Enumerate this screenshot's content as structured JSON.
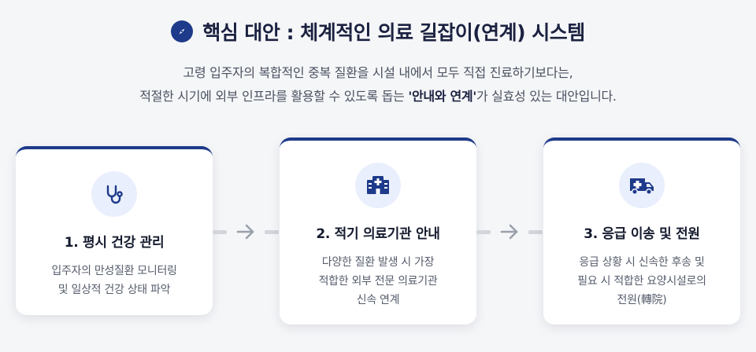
{
  "header": {
    "title": "핵심 대안 : 체계적인 의료 길잡이(연계) 시스템",
    "icon": "compass-icon"
  },
  "intro": {
    "line1": "고령 입주자의 복합적인 중복 질환을 시설 내에서 모두 직접 진료하기보다는,",
    "line2_pre": "적절한 시기에 외부 인프라를 활용할 수 있도록 돕는 ",
    "line2_bold": "'안내와 연계'",
    "line2_post": "가 실효성 있는 대안입니다."
  },
  "steps": [
    {
      "title": "1. 평시 건강 관리",
      "body_lines": [
        "입주자의 만성질환 모니터링",
        "및 일상적 건강 상태 파악"
      ],
      "icon": "stethoscope-icon"
    },
    {
      "title": "2. 적기 의료기관 안내",
      "body_lines": [
        "다양한 질환 발생 시 가장",
        "적합한 외부 전문 의료기관",
        "신속 연계"
      ],
      "icon": "hospital-icon"
    },
    {
      "title": "3. 응급 이송 및 전원",
      "body_lines": [
        "응급 상황 시 신속한 후송 및",
        "필요 시 적합한 요양시설로의",
        "전원(轉院)"
      ],
      "icon": "ambulance-icon"
    }
  ],
  "colors": {
    "accent": "#1e3a8a",
    "icon_bg": "#e9effc",
    "connector": "#c9cdd5"
  }
}
